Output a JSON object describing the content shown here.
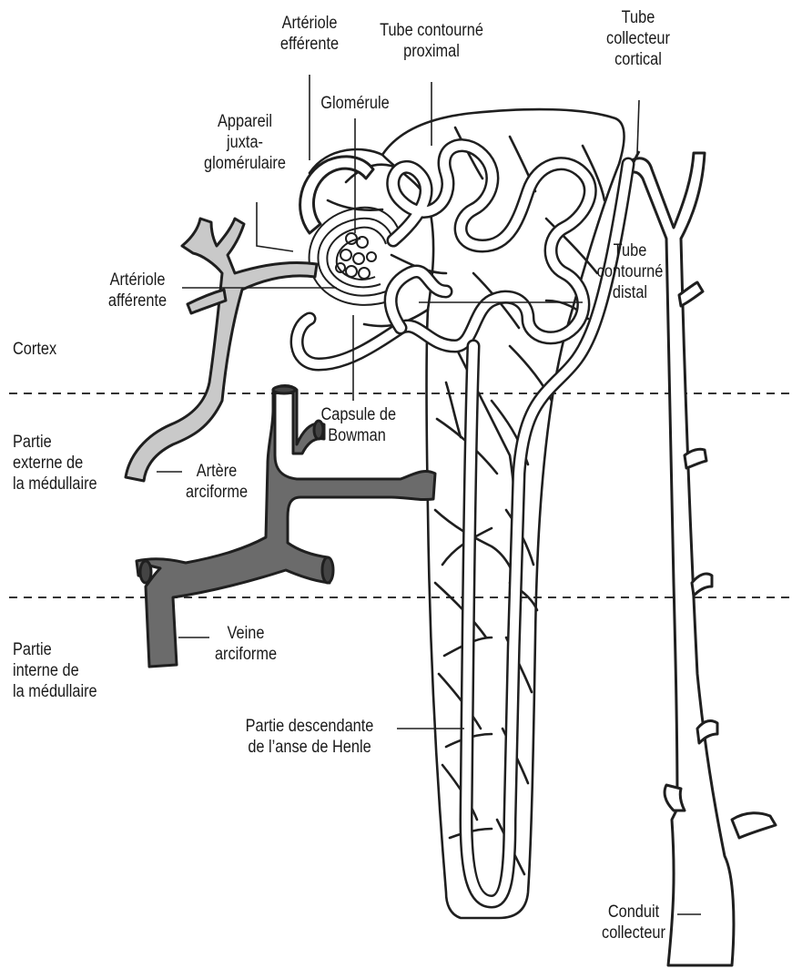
{
  "diagram": {
    "labels": {
      "arteriole_efferente": [
        "Artériole",
        "efférente"
      ],
      "tube_proximal": [
        "Tube contourné",
        "proximal"
      ],
      "tube_collecteur_cortical": [
        "Tube",
        "collecteur",
        "cortical"
      ],
      "glomerule": [
        "Glomérule"
      ],
      "appareil_juxta": [
        "Appareil",
        "juxta-",
        "glomérulaire"
      ],
      "arteriole_afferente": [
        "Artériole",
        "afférente"
      ],
      "tube_distal": [
        "Tube",
        "contourné",
        "distal"
      ],
      "cortex": [
        "Cortex"
      ],
      "capsule_bowman": [
        "Capsule de",
        "Bowman"
      ],
      "partie_externe": [
        "Partie",
        "externe de",
        "la médullaire"
      ],
      "artere_arciforme": [
        "Artère",
        "arciforme"
      ],
      "partie_interne": [
        "Partie",
        "interne de",
        "la médullaire"
      ],
      "veine_arciforme": [
        "Veine",
        "arciforme"
      ],
      "anse_henle": [
        "Partie descendante",
        "de l’anse de Henle"
      ],
      "conduit_collecteur": [
        "Conduit",
        "collecteur"
      ]
    },
    "colors": {
      "outline": "#1f1f1f",
      "vein_fill": "#6b6b6b",
      "artery_fill": "#c9c9c9",
      "tube_fill": "#ffffff",
      "dashed_line": "#333333"
    }
  }
}
